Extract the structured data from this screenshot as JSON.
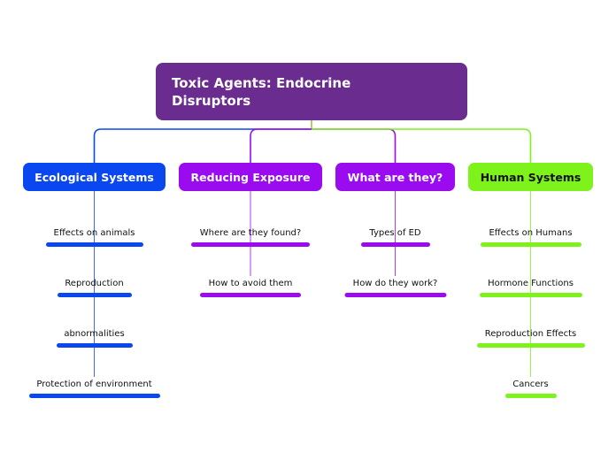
{
  "root": {
    "title": "Toxic Agents: Endocrine Disruptors",
    "color": "#6a2d8f"
  },
  "branches": [
    {
      "id": "ecological-systems",
      "label": "Ecological Systems",
      "color": "#0a47ef",
      "text_color": "#ffffff",
      "leaves": [
        "Effects on animals",
        "Reproduction",
        "abnormalities",
        "Protection of environment"
      ]
    },
    {
      "id": "reducing-exposure",
      "label": "Reducing Exposure",
      "color": "#9b0bef",
      "text_color": "#ffffff",
      "leaves": [
        "Where are they found?",
        "How to avoid them"
      ]
    },
    {
      "id": "what-are-they",
      "label": "What are they?",
      "color": "#9b0bef",
      "text_color": "#ffffff",
      "leaves": [
        "Types of ED",
        "How do they work?"
      ]
    },
    {
      "id": "human-systems",
      "label": "Human Systems",
      "color": "#7df21b",
      "text_color": "#111111",
      "leaves": [
        "Effects on Humans",
        "Hormone Functions",
        "Reproduction Effects",
        "Cancers"
      ]
    }
  ]
}
